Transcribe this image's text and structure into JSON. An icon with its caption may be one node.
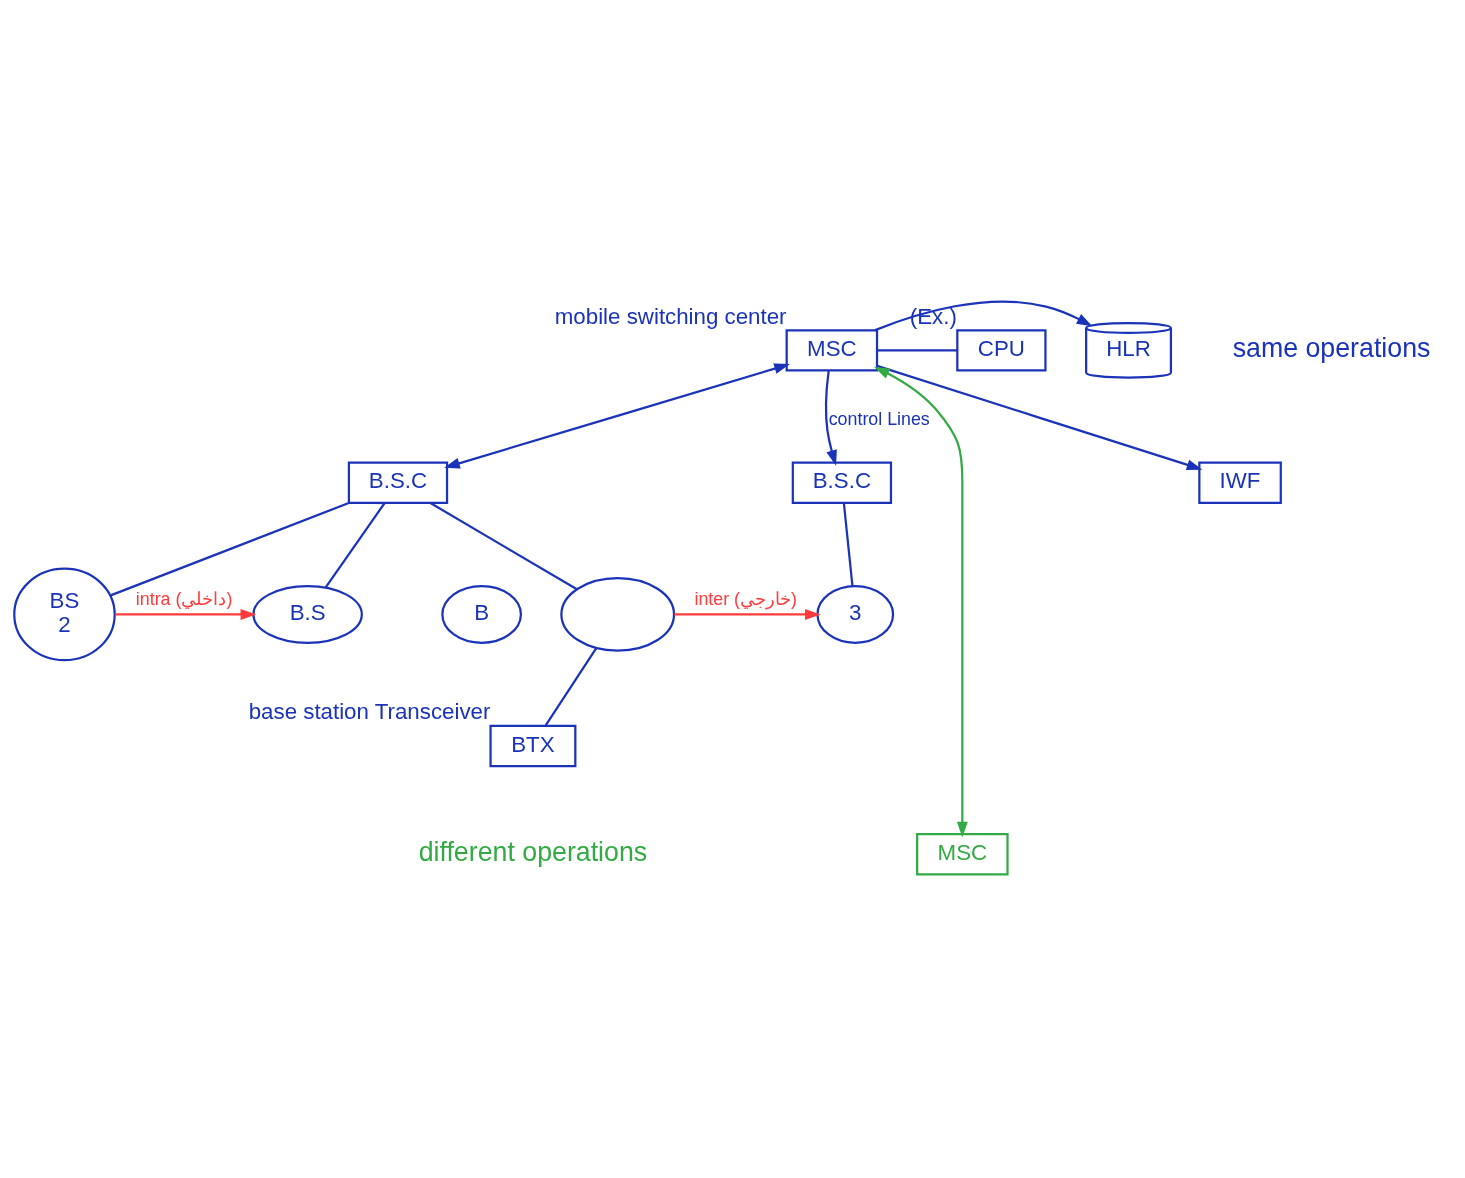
{
  "diagram": {
    "nodes": [
      {
        "text": [
          "MSC"
        ],
        "beside": [
          "mobile switching center"
        ]
      },
      {
        "text": [
          "HLR"
        ]
      },
      {
        "text": [
          "IWF"
        ]
      },
      {
        "text": [
          "CPU"
        ],
        "beside": [
          "(Ex.)"
        ]
      },
      {
        "text": [
          "B.S.C"
        ]
      },
      {
        "text": [
          "B.S.C"
        ]
      },
      {
        "text": [
          "MSC"
        ]
      },
      {
        "text": [
          "B.S"
        ]
      },
      {
        "text": [
          "BS",
          "2"
        ]
      },
      {
        "text": [
          "B"
        ]
      },
      {
        "text": [],
        "shape": "circle"
      },
      {
        "text": [
          "BTX"
        ],
        "beside": [
          "base station Transceiver"
        ]
      },
      {
        "text": [
          "3"
        ]
      }
    ],
    "edges": [
      {
        "from": 0,
        "to": 1,
        "arrow": "to"
      },
      {
        "from": 0,
        "to": 2,
        "arrow": "to"
      },
      {
        "from": 0,
        "to": 3,
        "arrow": "none"
      },
      {
        "from": 0,
        "to": 4,
        "arrow": "both"
      },
      {
        "from": 0,
        "to": 5,
        "arrow": "to",
        "label": "control Lines"
      },
      {
        "from": 0,
        "to": 6,
        "arrow": "both",
        "color": "#33aa44"
      },
      {
        "from": 4,
        "to": 10,
        "arrow": "none"
      },
      {
        "from": 4,
        "to": 7,
        "arrow": "none"
      },
      {
        "from": 4,
        "to": 8,
        "arrow": "none"
      },
      {
        "from": 5,
        "to": 12,
        "arrow": "none"
      },
      {
        "from": 11,
        "to": 10,
        "arrow": "none"
      },
      {
        "from": 8,
        "to": 7,
        "arrow": "to",
        "label": "intra (داخلي)",
        "color": "#ff3b3b"
      },
      {
        "from": 10,
        "to": 12,
        "arrow": "to",
        "label": "inter (خارجي)",
        "color": "#ff3b3b"
      }
    ],
    "labels": [
      "same operations",
      "different operations"
    ]
  }
}
